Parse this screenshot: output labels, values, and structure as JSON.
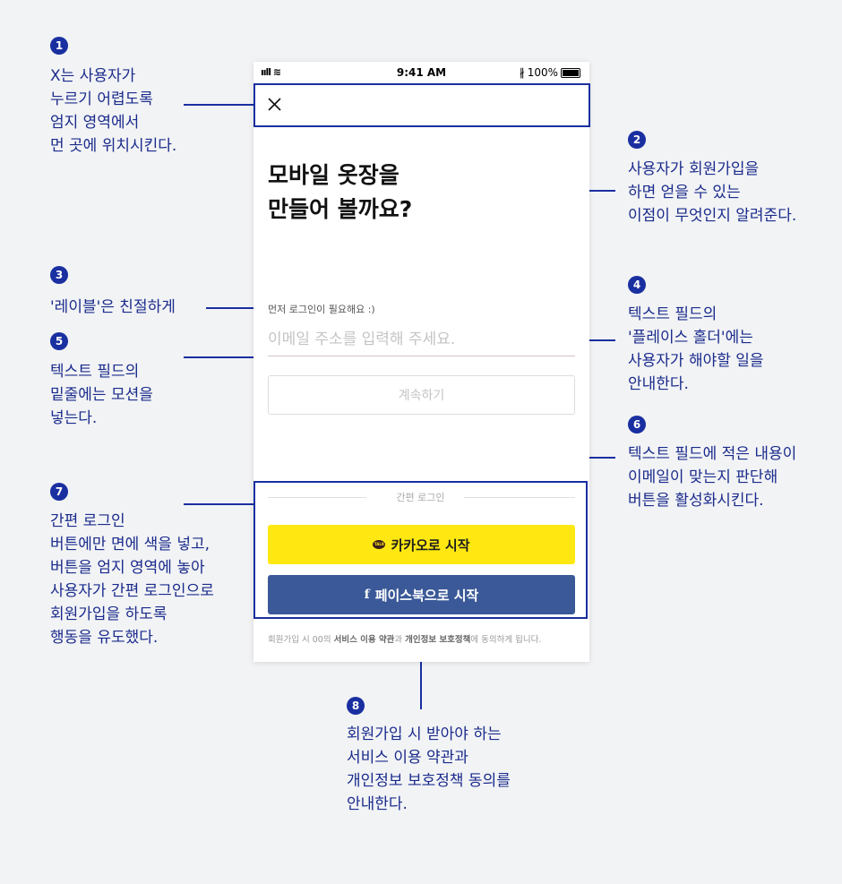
{
  "annotations": [
    {
      "num": "1",
      "text": "X는 사용자가\n누르기 어렵도록\n엄지 영역에서\n먼 곳에 위치시킨다."
    },
    {
      "num": "2",
      "text": "사용자가 회원가입을\n하면 얻을 수 있는\n이점이 무엇인지 알려준다."
    },
    {
      "num": "3",
      "text": "'레이블'은 친절하게"
    },
    {
      "num": "4",
      "text": "텍스트 필드의\n'플레이스 홀더'에는\n사용자가 해야할 일을\n안내한다."
    },
    {
      "num": "5",
      "text": "텍스트 필드의\n밑줄에는 모션을\n넣는다."
    },
    {
      "num": "6",
      "text": "텍스트 필드에 적은 내용이\n이메일이 맞는지 판단해\n버튼을 활성화시킨다."
    },
    {
      "num": "7",
      "text": "간편 로그인\n버튼에만 면에 색을 넣고,\n버튼을 엄지 영역에 놓아\n사용자가 간편 로그인으로\n회원가입을 하도록\n행동을 유도했다."
    },
    {
      "num": "8",
      "text": "회원가입 시 받아야 하는\n서비스 이용 약관과\n개인정보 보호정책 동의를\n안내한다."
    }
  ],
  "phone": {
    "status": {
      "signal": "ııll ≋",
      "time": "9:41 AM",
      "bluetooth": "∦",
      "battery": "100%"
    },
    "headline": "모바일 옷장을\n만들어 볼까요?",
    "field_label": "먼저 로그인이 필요해요 :)",
    "email_placeholder": "이메일 주소를 입력해 주세요.",
    "continue_label": "계속하기",
    "easy_login_label": "간편 로그인",
    "kakao_label": "카카오로 시작",
    "kakao_icon_text": "TALK",
    "facebook_label": "페이스북으로 시작",
    "facebook_icon": "f",
    "terms": {
      "prefix": "회원가입 시 00의 ",
      "service": "서비스 이용 약관",
      "and": "과 ",
      "privacy": "개인정보 보호정책",
      "suffix": "에 동의하게 됩니다."
    }
  },
  "colors": {
    "accent": "#1a2fa0",
    "kakao": "#ffe812",
    "facebook": "#3b5998",
    "background": "#f2f3f5"
  },
  "icons": [
    "close-icon",
    "signal-icon",
    "wifi-icon",
    "bluetooth-icon",
    "battery-icon",
    "kakao-talk-icon",
    "facebook-icon"
  ]
}
